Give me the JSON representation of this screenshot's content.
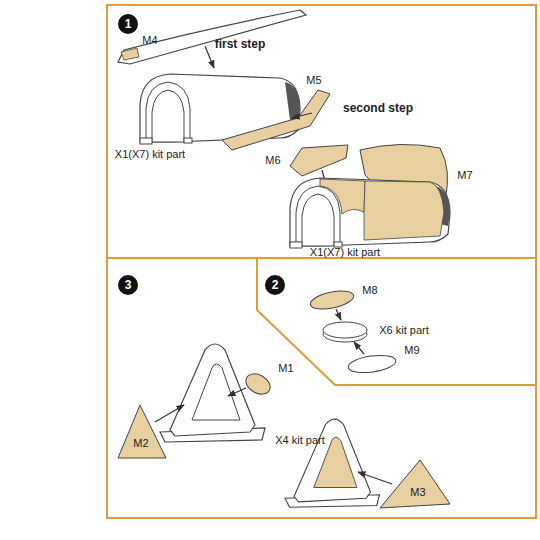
{
  "diagram": {
    "nodes": [
      {
        "text": [
          "1"
        ]
      },
      {
        "text": [
          "3"
        ]
      },
      {
        "text": [
          "2"
        ]
      }
    ],
    "labels": [
      "M4",
      "first step",
      "X1(X7) kit part",
      "M5",
      "second step",
      "M6",
      "M7",
      "X1(X7) kit part",
      "M8",
      "X6 kit part",
      "M9",
      "M1",
      "M2",
      "X4 kit part",
      "M3"
    ]
  }
}
